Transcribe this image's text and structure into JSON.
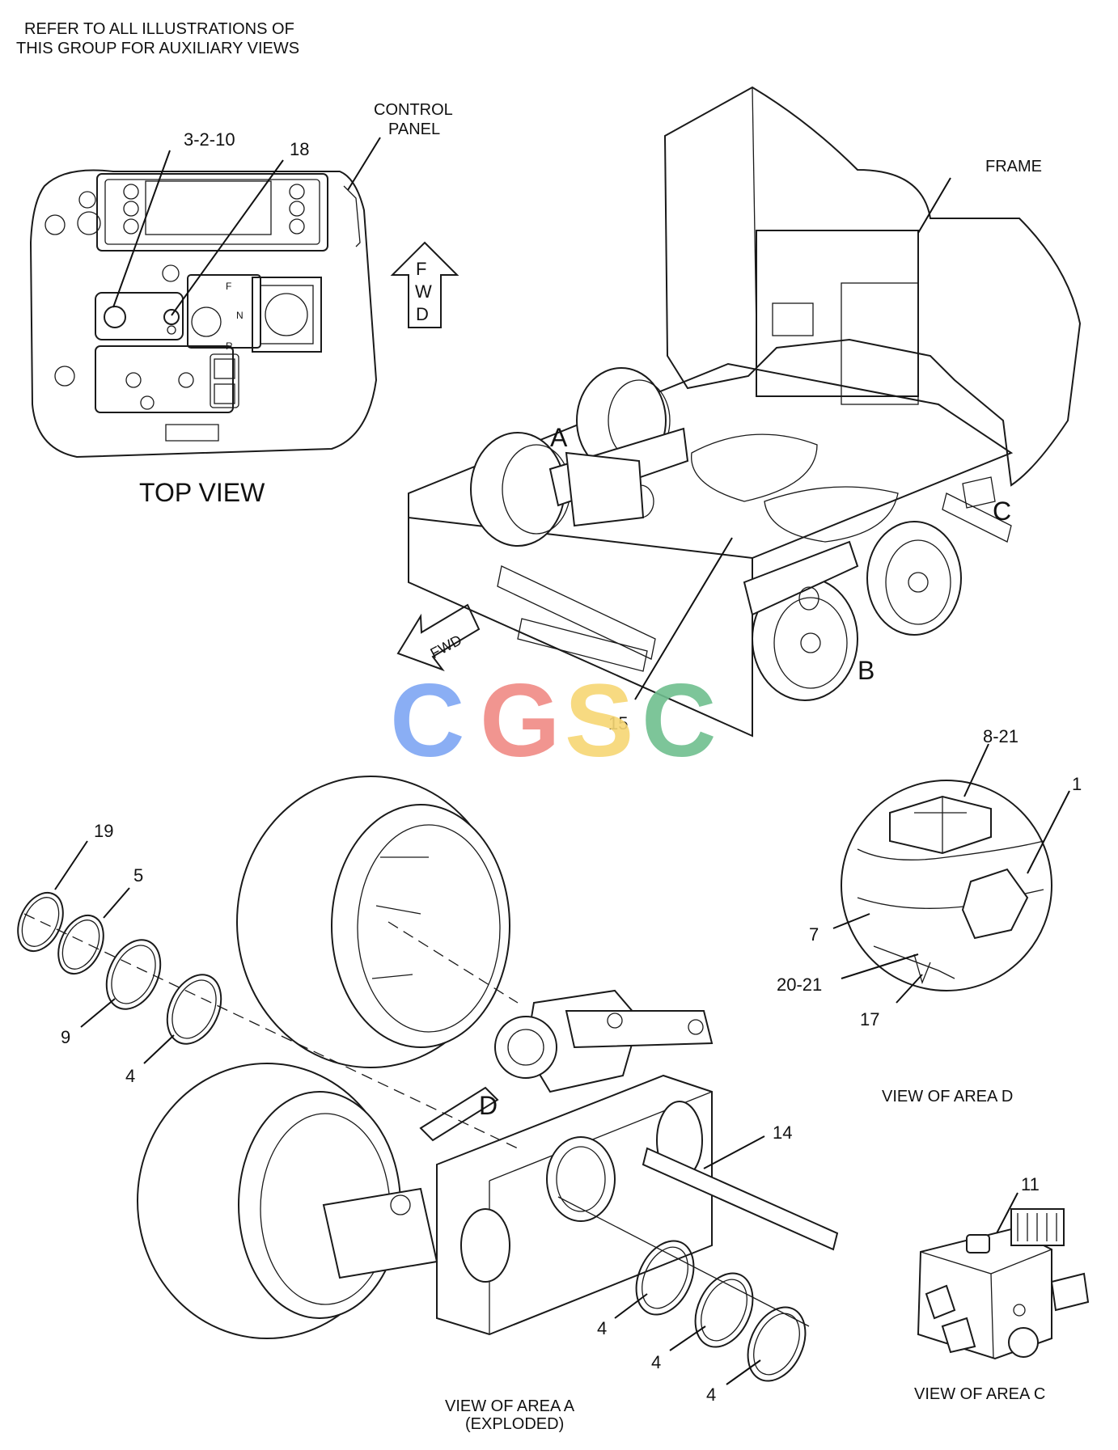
{
  "header_note": [
    "REFER TO ALL ILLUSTRATIONS OF",
    "THIS GROUP FOR AUXILIARY VIEWS"
  ],
  "top_view": {
    "caption": "TOP VIEW",
    "control_panel_label": [
      "CONTROL",
      "PANEL"
    ],
    "callouts": [
      "3-2-10",
      "18"
    ],
    "panel_marks": [
      "F",
      "N",
      "R"
    ],
    "fwd_arrow": [
      "F",
      "W",
      "D"
    ]
  },
  "main_view": {
    "frame_label": "FRAME",
    "area_letters": [
      "A",
      "B",
      "C"
    ],
    "fwd_arrow": "FWD",
    "callouts": [
      "15"
    ]
  },
  "watermark": {
    "letters": [
      "C",
      "G",
      "S",
      "C"
    ],
    "colors": [
      "#7ea6f3",
      "#f08a84",
      "#f7d774",
      "#6fbf8f"
    ]
  },
  "view_a": {
    "caption": [
      "VIEW OF AREA  A",
      "(EXPLODED)"
    ],
    "area_letter": "D",
    "callouts": [
      "19",
      "5",
      "9",
      "4",
      "14",
      "4",
      "4",
      "4"
    ]
  },
  "view_d": {
    "caption": "VIEW OF AREA  D",
    "callouts": [
      "8-21",
      "1",
      "7",
      "20-21",
      "17"
    ]
  },
  "view_c": {
    "caption": "VIEW OF AREA  C",
    "callouts": [
      "11"
    ]
  }
}
